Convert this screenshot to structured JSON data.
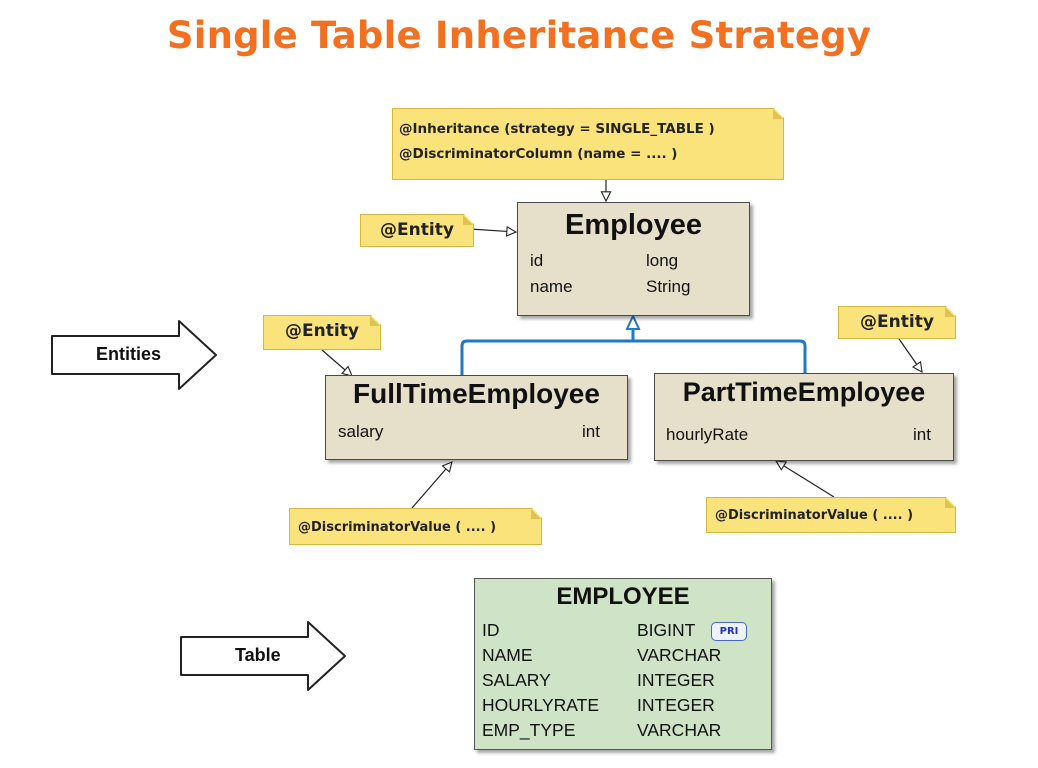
{
  "title": "Single Table Inheritance Strategy",
  "notes": {
    "inheritance_line1": "@Inheritance (strategy = SINGLE_TABLE )",
    "inheritance_line2": "@DiscriminatorColumn (name = .... )",
    "entity_employee": "@Entity",
    "entity_fulltime": "@Entity",
    "entity_parttime": "@Entity",
    "discriminator_fulltime": "@DiscriminatorValue ( .... )",
    "discriminator_parttime": "@DiscriminatorValue ( .... )"
  },
  "classes": {
    "employee": {
      "name": "Employee",
      "attributes": [
        {
          "field": "id",
          "type": "long"
        },
        {
          "field": "name",
          "type": "String"
        }
      ]
    },
    "fulltime": {
      "name": "FullTimeEmployee",
      "attributes": [
        {
          "field": "salary",
          "type": "int"
        }
      ]
    },
    "parttime": {
      "name": "PartTimeEmployee",
      "attributes": [
        {
          "field": "hourlyRate",
          "type": "int"
        }
      ]
    }
  },
  "labels": {
    "entities": "Entities",
    "table": "Table"
  },
  "table": {
    "name": "EMPLOYEE",
    "pk_badge": "PRI",
    "columns": [
      {
        "name": "ID",
        "type": "BIGINT"
      },
      {
        "name": "NAME",
        "type": "VARCHAR"
      },
      {
        "name": "SALARY",
        "type": "INTEGER"
      },
      {
        "name": "HOURLYRATE",
        "type": "INTEGER"
      },
      {
        "name": "EMP_TYPE",
        "type": "VARCHAR"
      }
    ]
  },
  "colors": {
    "title": "#f37021",
    "note": "#fbe37c",
    "class_fill": "#e6e0cb",
    "table_fill": "#cfe3c7",
    "inheritance_line": "#1f78c8"
  }
}
